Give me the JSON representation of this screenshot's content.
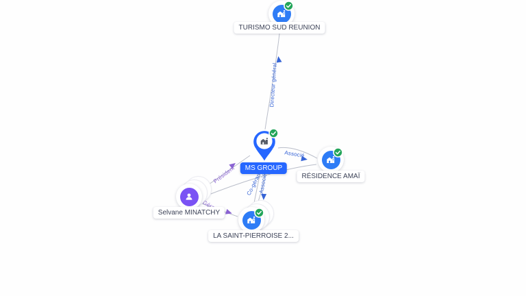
{
  "app": {
    "view": "company-relationship-graph"
  },
  "colors": {
    "background": "#fefefe",
    "company_blue": "#2e7cf6",
    "person_purple": "#7a52f4",
    "verified_green": "#23a55a",
    "edge_line_gray": "#b9bdc9",
    "edge_label_blue": "#3664d6",
    "edge_label_purple": "#8a63d2",
    "selected_label_bg": "#2667ff",
    "label_text": "#3c4257"
  },
  "nodes": [
    {
      "id": "turismo",
      "type": "company",
      "label": "TURISMO SUD REUNION",
      "verified": true,
      "stacked": false
    },
    {
      "id": "ms-group",
      "type": "company-selected-pin",
      "label": "MS GROUP",
      "verified": true,
      "stacked": false
    },
    {
      "id": "residence-amai",
      "type": "company",
      "label": "RÉSIDENCE AMAÏ",
      "verified": true,
      "stacked": false
    },
    {
      "id": "selvane-minatchy",
      "type": "person",
      "label": "Selvane MINATCHY",
      "verified": false,
      "stacked": true
    },
    {
      "id": "la-saint-pierroise",
      "type": "company",
      "label": "LA SAINT-PIERROISE 2...",
      "verified": true,
      "stacked": true
    }
  ],
  "edges": [
    {
      "from": "MS GROUP",
      "to": "TURISMO SUD REUNION",
      "label": "Directeur général",
      "color": "blue"
    },
    {
      "from": "MS GROUP",
      "to": "RÉSIDENCE AMAÏ",
      "label": "Associé",
      "color": "blue"
    },
    {
      "from": "Selvane MINATCHY",
      "to": "MS GROUP",
      "label": "Président",
      "color": "purple"
    },
    {
      "from": "Selvane MINATCHY",
      "to": "LA SAINT-PIERROISE 2...",
      "label": "Gérant",
      "color": "purple"
    },
    {
      "from": "MS GROUP",
      "to": "LA SAINT-PIERROISE 2...",
      "label": "Co-gérant",
      "color": "blue"
    },
    {
      "from": "MS GROUP",
      "to": "LA SAINT-PIERROISE 2...",
      "label": "Associé",
      "color": "blue"
    },
    {
      "from": "Selvane MINATCHY",
      "to": "RÉSIDENCE AMAÏ",
      "label": "",
      "color": "purple"
    }
  ]
}
